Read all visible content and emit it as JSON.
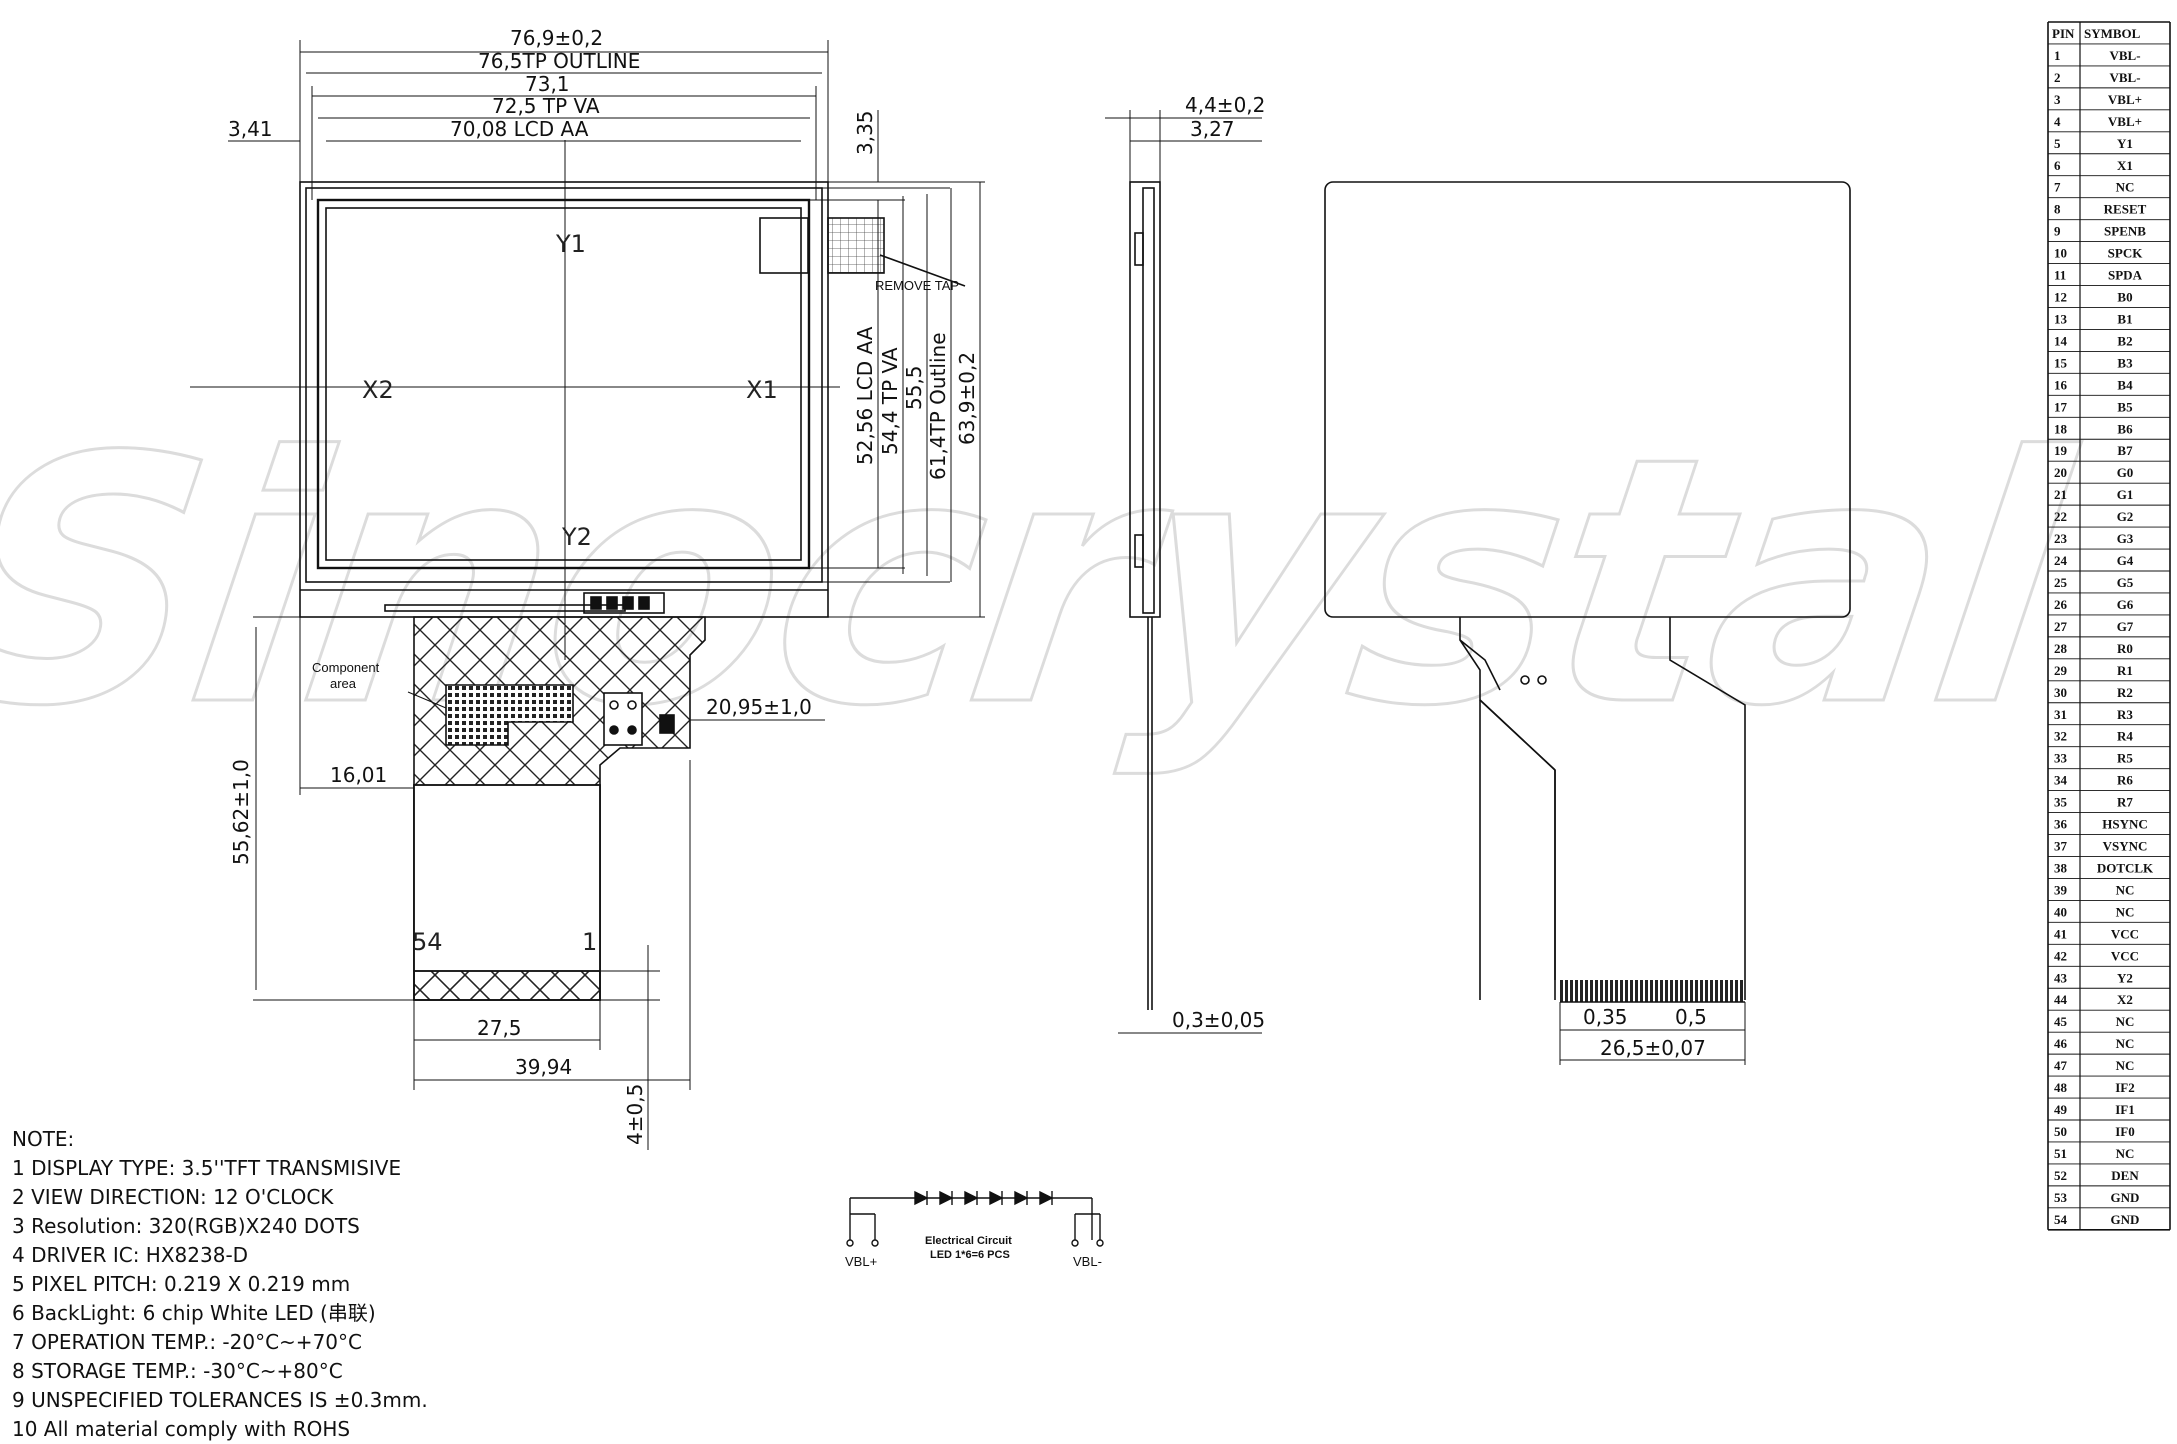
{
  "watermark": "Sinocrystal",
  "front_view": {
    "dims_top": [
      "76,9±0,2",
      "76,5TP OUTLINE",
      "73,1",
      "72,5 TP VA",
      "70,08 LCD AA"
    ],
    "dim_left": "3,41",
    "dim_right_top": "3,35",
    "dims_right": [
      "52,56 LCD AA",
      "54,4 TP VA",
      "55,5",
      "61,4TP Outline",
      "63,9±0,2"
    ],
    "axis_labels": {
      "y1": "Y1",
      "y2": "Y2",
      "x1": "X1",
      "x2": "X2"
    },
    "remove_tape": "REMOVE TAP",
    "component_area": [
      "Component",
      "area"
    ],
    "dim_fpc_offset": "20,95±1,0",
    "dim_16": "16,01",
    "dim_fpc_length": "55,62±1,0",
    "pin_first": "54",
    "pin_last": "1",
    "dim_275": "27,5",
    "dim_3994": "39,94",
    "dim_4": "4±0,5"
  },
  "side_view": {
    "dim_thickness": "4,4±0,2",
    "dim_327": "3,27",
    "dim_fpc_thick": "0,3±0,05"
  },
  "back_view": {
    "dim_035": "0,35",
    "dim_05": "0,5",
    "dim_265": "26,5±0,07"
  },
  "circuit": {
    "title_line1": "Electrical Circuit",
    "title_line2": "LED 1*6=6 PCS",
    "left_label": "VBL+",
    "right_label": "VBL-"
  },
  "pin_table": {
    "header_pin": "PIN",
    "header_symbol": "SYMBOL",
    "rows": [
      [
        "1",
        "VBL-"
      ],
      [
        "2",
        "VBL-"
      ],
      [
        "3",
        "VBL+"
      ],
      [
        "4",
        "VBL+"
      ],
      [
        "5",
        "Y1"
      ],
      [
        "6",
        "X1"
      ],
      [
        "7",
        "NC"
      ],
      [
        "8",
        "RESET"
      ],
      [
        "9",
        "SPENB"
      ],
      [
        "10",
        "SPCK"
      ],
      [
        "11",
        "SPDA"
      ],
      [
        "12",
        "B0"
      ],
      [
        "13",
        "B1"
      ],
      [
        "14",
        "B2"
      ],
      [
        "15",
        "B3"
      ],
      [
        "16",
        "B4"
      ],
      [
        "17",
        "B5"
      ],
      [
        "18",
        "B6"
      ],
      [
        "19",
        "B7"
      ],
      [
        "20",
        "G0"
      ],
      [
        "21",
        "G1"
      ],
      [
        "22",
        "G2"
      ],
      [
        "23",
        "G3"
      ],
      [
        "24",
        "G4"
      ],
      [
        "25",
        "G5"
      ],
      [
        "26",
        "G6"
      ],
      [
        "27",
        "G7"
      ],
      [
        "28",
        "R0"
      ],
      [
        "29",
        "R1"
      ],
      [
        "30",
        "R2"
      ],
      [
        "31",
        "R3"
      ],
      [
        "32",
        "R4"
      ],
      [
        "33",
        "R5"
      ],
      [
        "34",
        "R6"
      ],
      [
        "35",
        "R7"
      ],
      [
        "36",
        "HSYNC"
      ],
      [
        "37",
        "VSYNC"
      ],
      [
        "38",
        "DOTCLK"
      ],
      [
        "39",
        "NC"
      ],
      [
        "40",
        "NC"
      ],
      [
        "41",
        "VCC"
      ],
      [
        "42",
        "VCC"
      ],
      [
        "43",
        "Y2"
      ],
      [
        "44",
        "X2"
      ],
      [
        "45",
        "NC"
      ],
      [
        "46",
        "NC"
      ],
      [
        "47",
        "NC"
      ],
      [
        "48",
        "IF2"
      ],
      [
        "49",
        "IF1"
      ],
      [
        "50",
        "IF0"
      ],
      [
        "51",
        "NC"
      ],
      [
        "52",
        "DEN"
      ],
      [
        "53",
        "GND"
      ],
      [
        "54",
        "GND"
      ]
    ]
  },
  "notes": {
    "title": "NOTE:",
    "items": [
      "1  DISPLAY TYPE: 3.5''TFT TRANSMISIVE",
      "2  VIEW DIRECTION: 12 O'CLOCK",
      "3  Resolution: 320(RGB)X240 DOTS",
      "4  DRIVER IC:  HX8238-D",
      "5  PIXEL PITCH: 0.219 X 0.219 mm",
      "6  BackLight: 6 chip White LED (串联)",
      "7  OPERATION TEMP.:  -20°C~+70°C",
      "8  STORAGE TEMP.:          -30°C~+80°C",
      "9  UNSPECIFIED TOLERANCES IS ±0.3mm.",
      "10 All material comply with ROHS"
    ]
  }
}
